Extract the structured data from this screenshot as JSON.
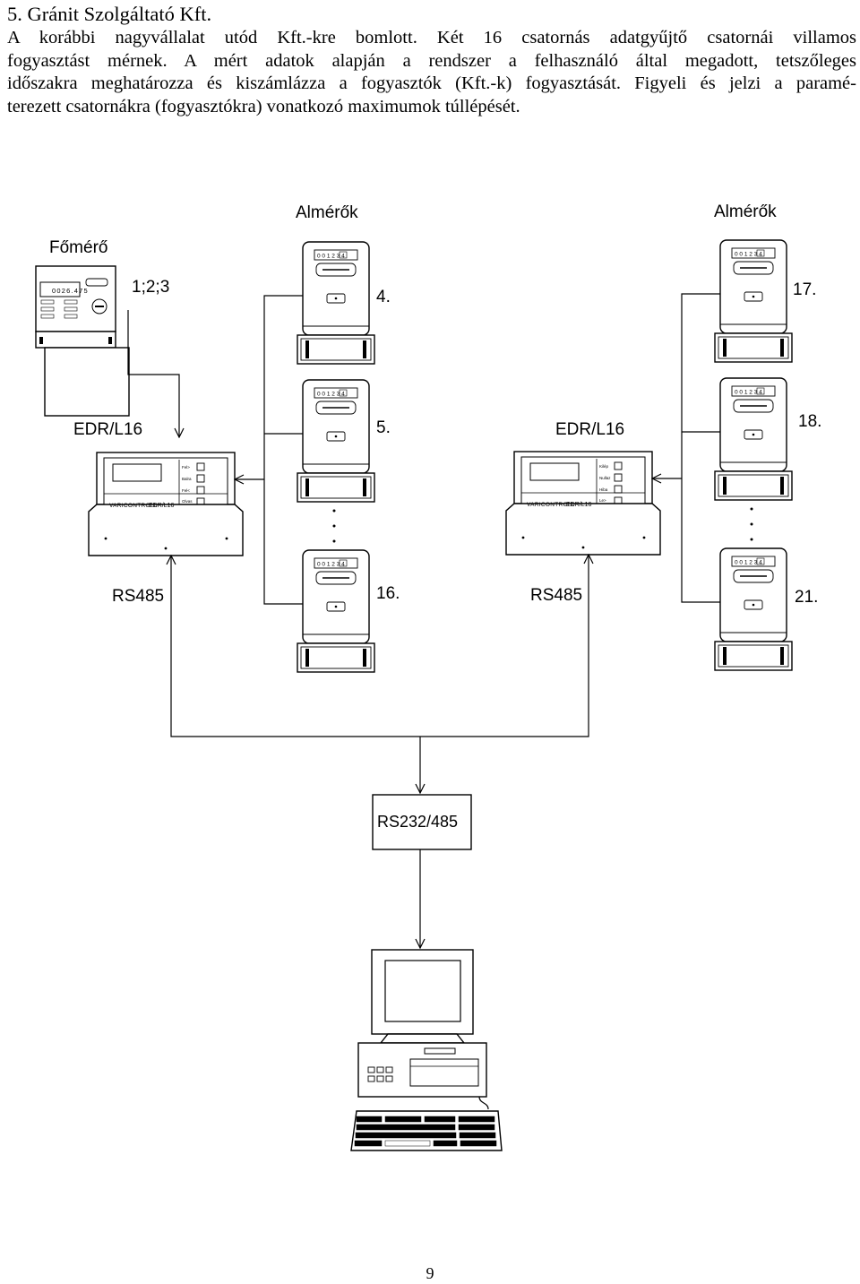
{
  "heading": "5. Gránit Szolgáltató Kft.",
  "paragraph_lines": [
    "A korábbi nagyvállalat utód Kft.-kre bomlott. Két 16 csatornás adatgyűjtő csatornái villamos",
    "fogyasztást mérnek. A mért adatok alapján a rendszer a felhasználó által megadott, tetszőleges",
    "időszakra meghatározza és kiszámlázza a fogyasztók (Kft.-k) fogyasztását. Figyeli és jelzi a paramé-",
    "terezett csatornákra (fogyasztókra) vonatkozó maximumok túllépését."
  ],
  "diagram": {
    "main_meter_label": "Főmérő",
    "main_meter_display": "0026.475",
    "main_channels_label": "1;2;3",
    "submeters_label_left": "Almérők",
    "submeters_label_right": "Almérők",
    "edr_label_left": "EDR/L16",
    "edr_label_right": "EDR/L16",
    "edr_device_text": "EDR/L16",
    "edr_brand": "VARICONTROLL",
    "edr_buttons_left": [
      "Fel>",
      "Balra",
      "Fel<",
      "Olvas"
    ],
    "edr_buttons_right": [
      "Kilép",
      "Nullaz",
      "Hiba",
      "Le>"
    ],
    "bus_label_left": "RS485",
    "bus_label_right": "RS485",
    "meter_numbers": [
      "4.",
      "5.",
      "16.",
      "17.",
      "18.",
      "21."
    ],
    "meter_counter": "001234",
    "converter_label": "RS232/485"
  },
  "page_number": "9"
}
